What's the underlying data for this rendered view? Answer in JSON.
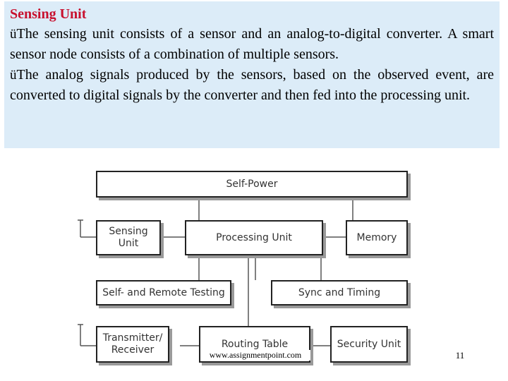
{
  "slide": {
    "heading": "Sensing Unit",
    "bullet_mark": "ü",
    "bullet1": "The sensing unit consists of a sensor and an analog-to-digital converter. A smart sensor node consists of a combination of multiple sensors.",
    "bullet2": "The analog signals produced by the sensors, based on the observed event, are converted to digital signals by the converter and then fed into the processing unit."
  },
  "diagram": {
    "self_power": "Self-Power",
    "sensing_unit_line1": "Sensing",
    "sensing_unit_line2": "Unit",
    "processing_unit": "Processing Unit",
    "memory": "Memory",
    "self_remote_testing": "Self- and Remote Testing",
    "sync_timing": "Sync and Timing",
    "transmitter_line1": "Transmitter/",
    "transmitter_line2": "Receiver",
    "routing_table": "Routing Table",
    "security_unit": "Security Unit"
  },
  "footer": {
    "url": "www.assignmentpoint.com",
    "page_number": "11"
  },
  "colors": {
    "heading": "#c8102e",
    "panel_background": "#dcecf8"
  }
}
